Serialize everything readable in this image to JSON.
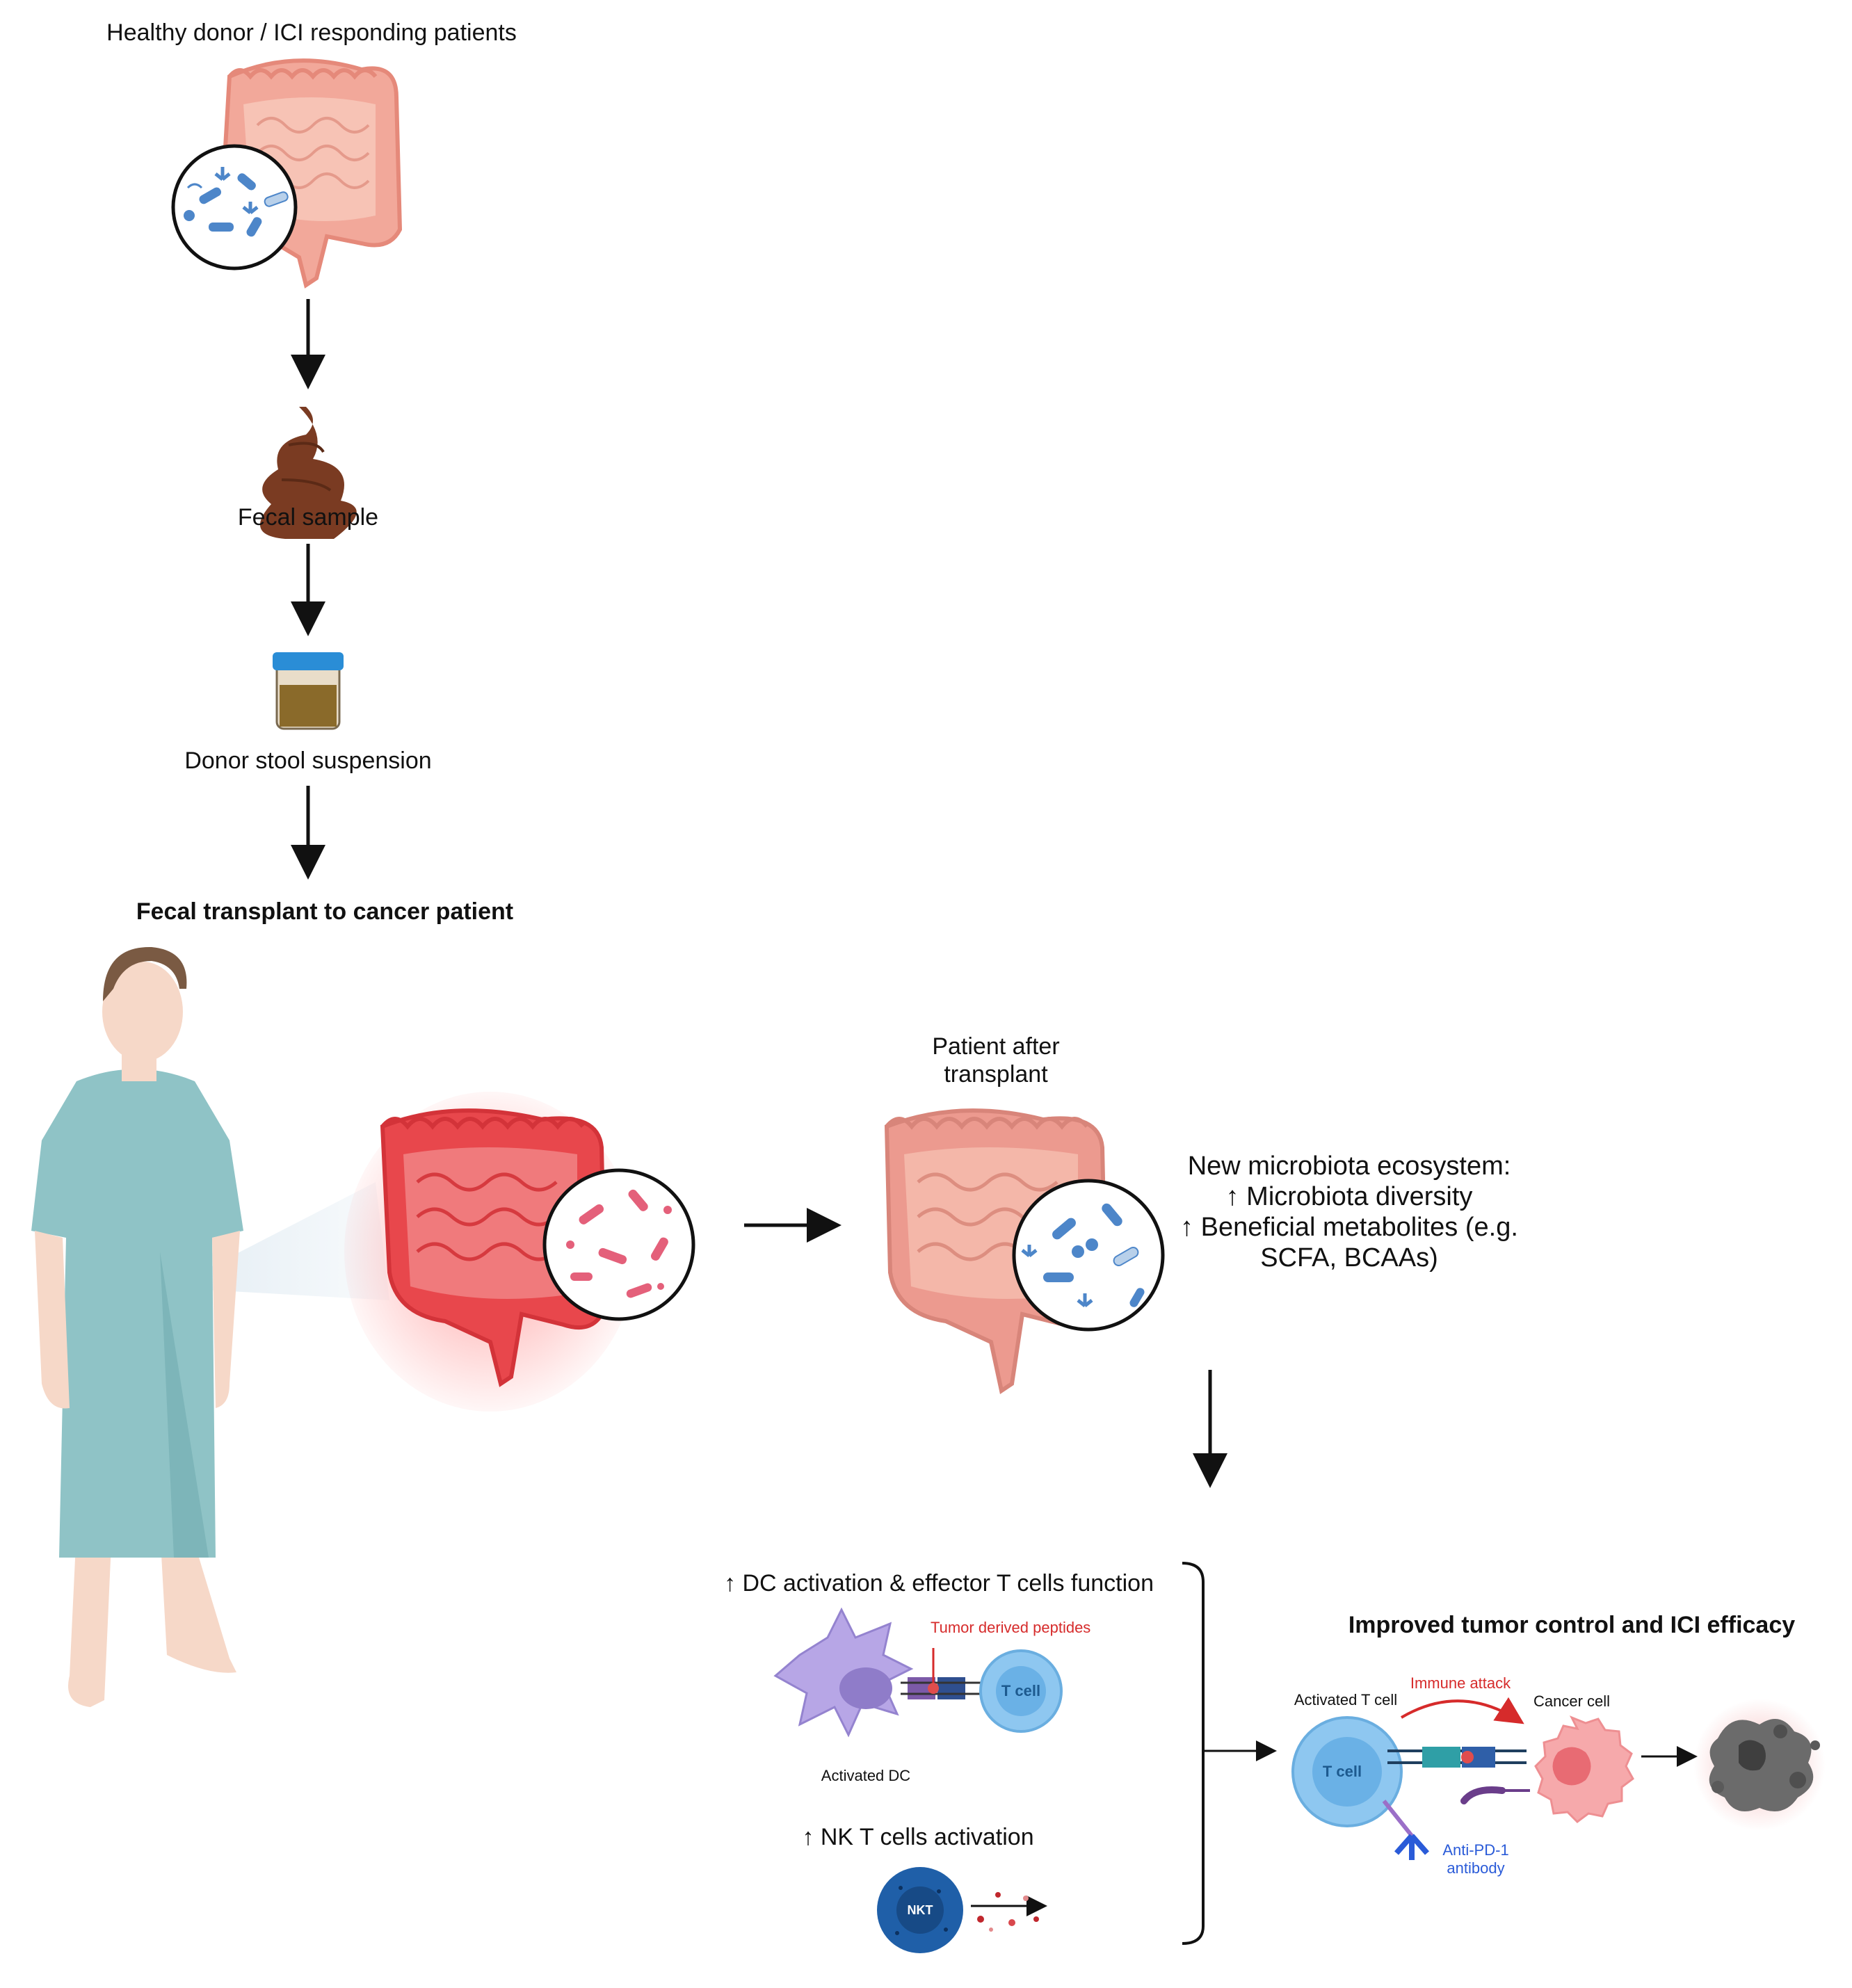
{
  "labels": {
    "donor": "Healthy donor / ICI responding patients",
    "fecal_sample": "Fecal sample",
    "stool_suspension": "Donor stool suspension",
    "transplant_title": "Fecal transplant to cancer patient",
    "patient_after_line1": "Patient after",
    "patient_after_line2": "transplant",
    "ecosystem_title": "New microbiota ecosystem:",
    "ecosystem_item1": "↑ Microbiota diversity",
    "ecosystem_item2": "↑ Beneficial metabolites (e.g.",
    "ecosystem_item3": "SCFA, BCAAs)",
    "dc_heading": "↑ DC activation & effector T cells function",
    "tumor_peptides": "Tumor derived peptides",
    "t_cell": "T cell",
    "activated_dc": "Activated DC",
    "nk_heading": "↑ NK T cells activation",
    "nkt": "NKT",
    "outcome_title": "Improved tumor control and ICI efficacy",
    "activated_t_cell": "Activated T cell",
    "immune_attack": "Immune attack",
    "cancer_cell": "Cancer cell",
    "t_cell_2": "T cell",
    "anti_pd1_line1": "Anti-PD-1",
    "anti_pd1_line2": "antibody"
  },
  "colors": {
    "intestine_healthy": "#f2a89a",
    "intestine_inflamed": "#e8474c",
    "bacteria_healthy": "#4d86c9",
    "bacteria_dysbiotic": "#e4607a",
    "stool": "#7a3b22",
    "gown": "#8fc3c6",
    "skin": "#f6d8c8",
    "hair": "#7a5a43",
    "dc_cell": "#b7a6e6",
    "t_cell": "#8ec7f0",
    "nkt_cell": "#1f5fa8",
    "cancer_cell": "#f6a9ab",
    "arrow_red": "#d62b2b"
  }
}
